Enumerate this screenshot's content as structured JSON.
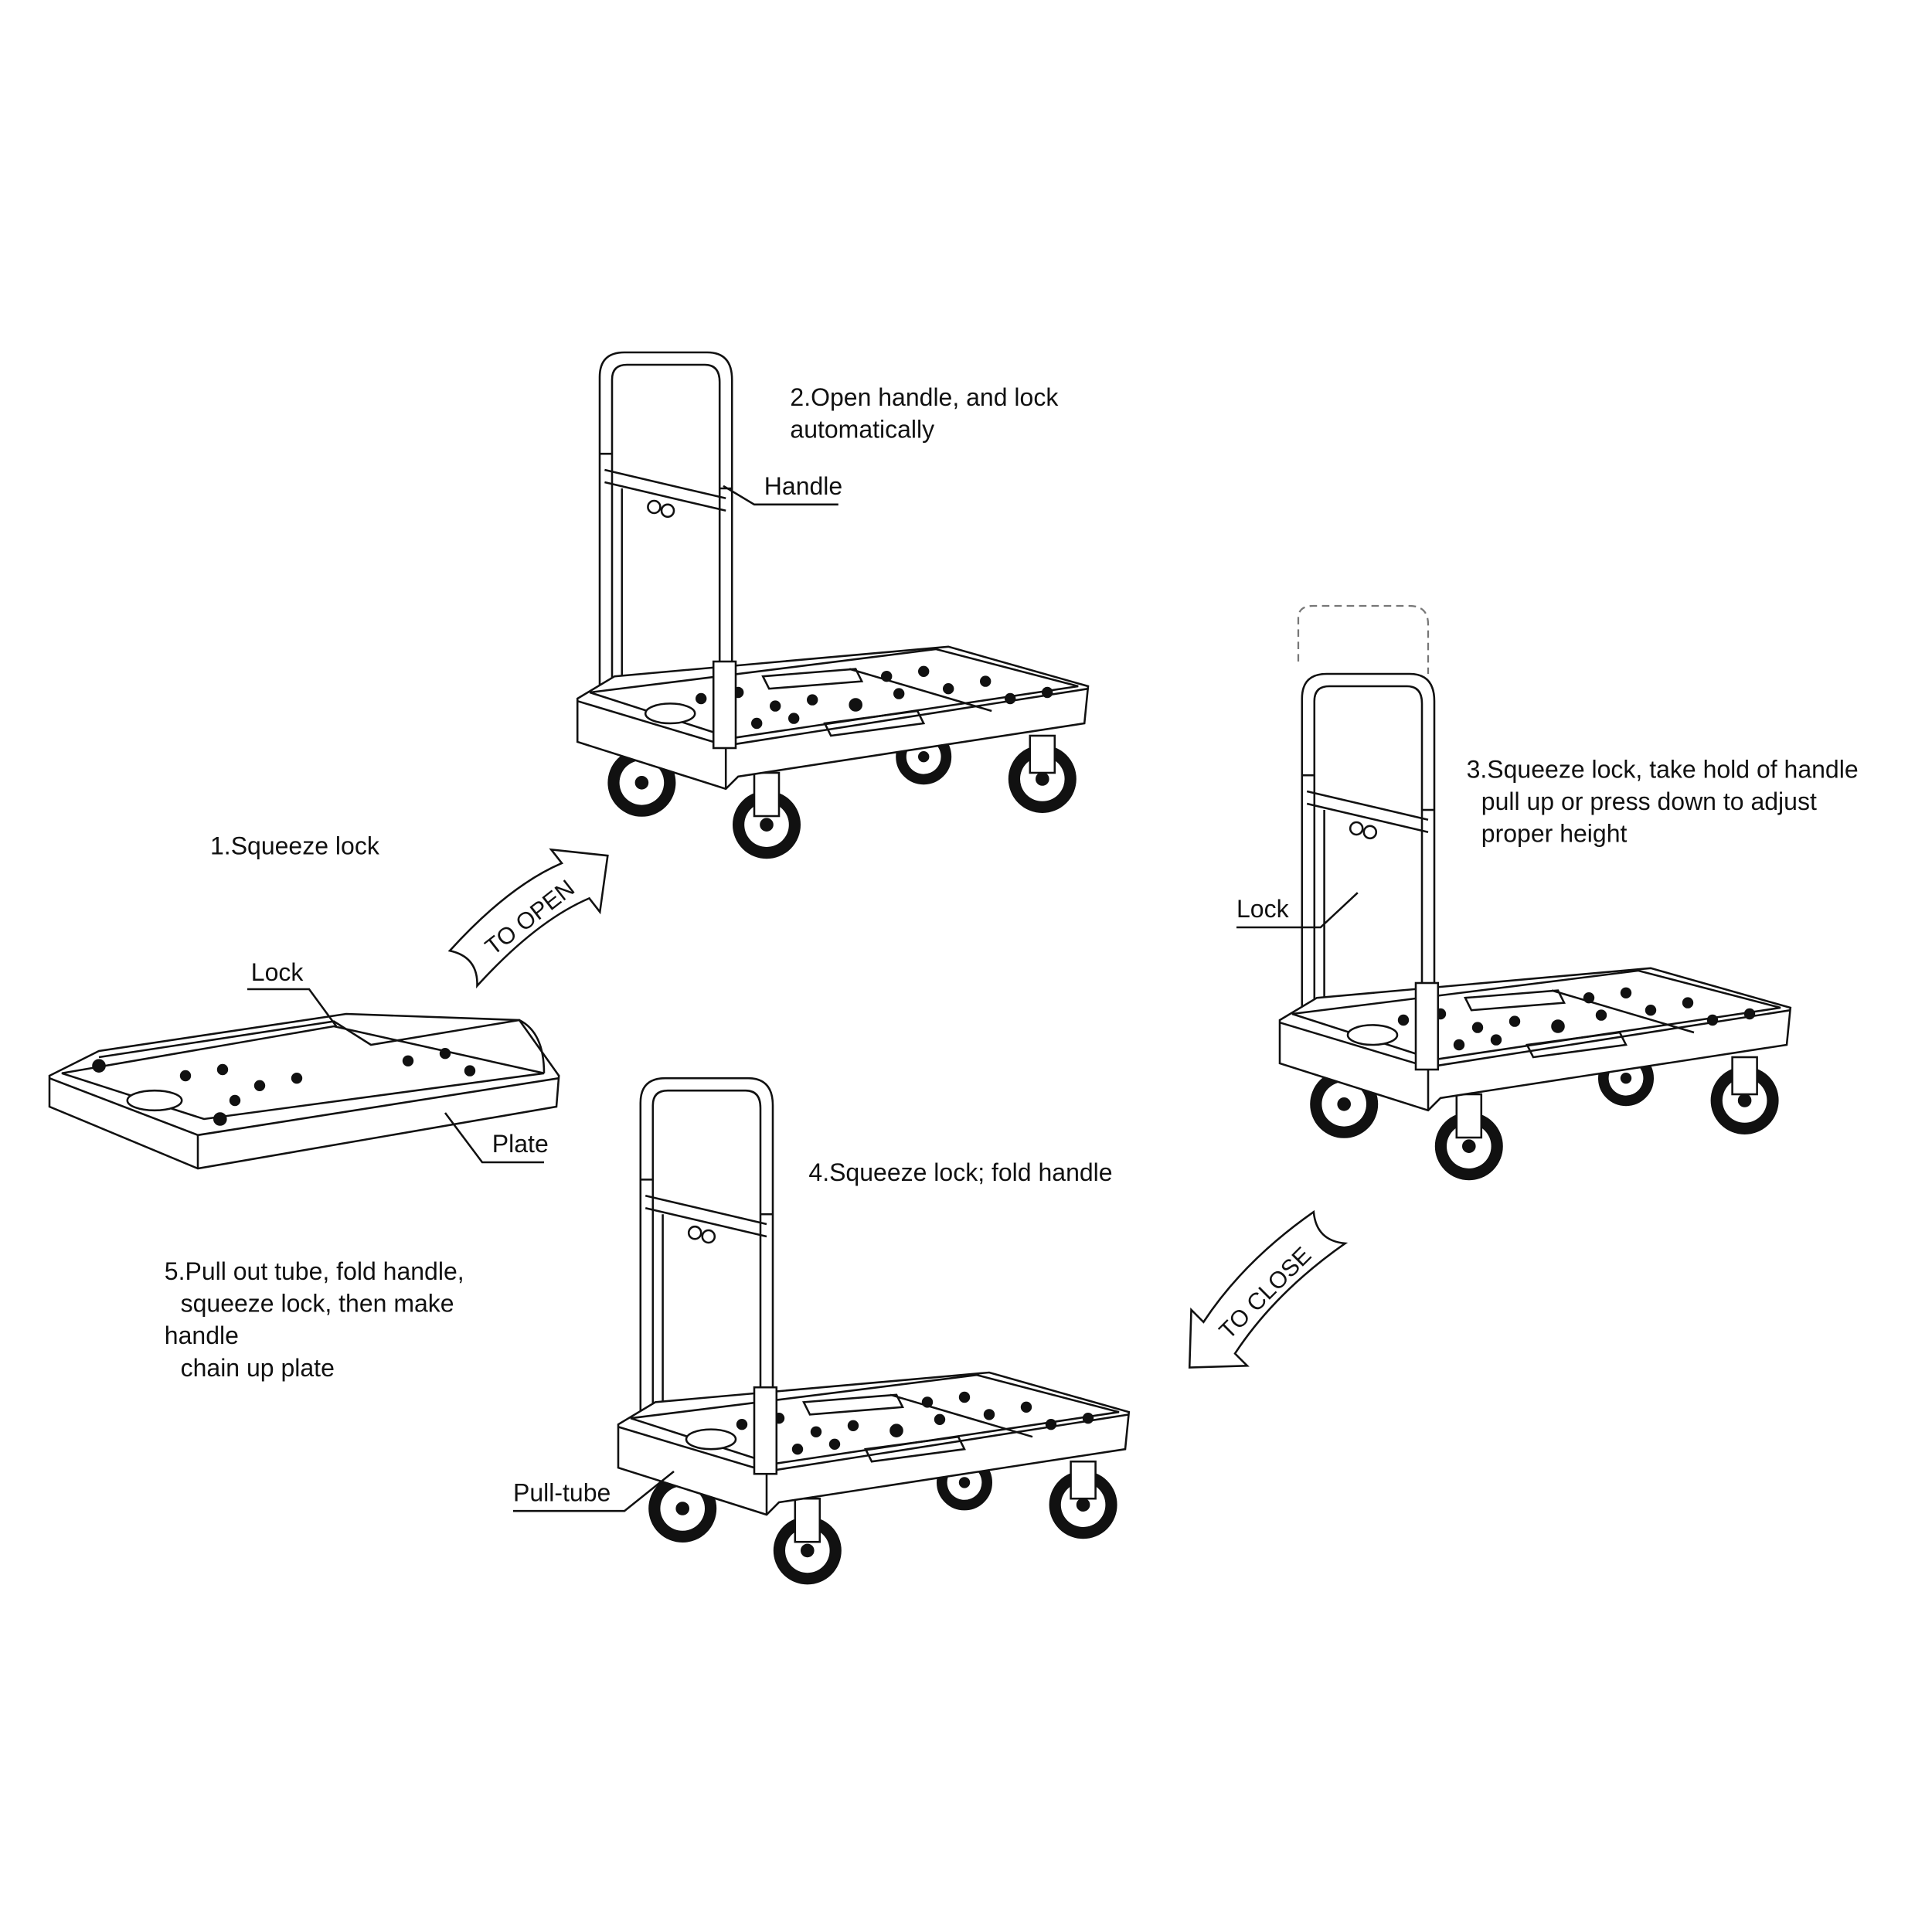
{
  "steps": {
    "step1": {
      "line1": "1.Squeeze lock"
    },
    "step2": {
      "line1": "2.Open handle, and lock",
      "line2": "automatically"
    },
    "step3": {
      "line1": "3.Squeeze lock, take hold of handle",
      "line2": "pull up or press down to adjust",
      "line3": "proper height"
    },
    "step4": {
      "line1": "4.Squeeze lock; fold handle"
    },
    "step5": {
      "line1": "5.Pull out tube, fold handle,",
      "line2": "squeeze lock, then make",
      "line3": "handle",
      "line4": "chain up plate"
    }
  },
  "callouts": {
    "handle": "Handle",
    "lock_folded": "Lock",
    "plate": "Plate",
    "lock_upright": "Lock",
    "pull_tube": "Pull-tube"
  },
  "arrows": {
    "open": "TO OPEN",
    "close": "TO CLOSE"
  }
}
